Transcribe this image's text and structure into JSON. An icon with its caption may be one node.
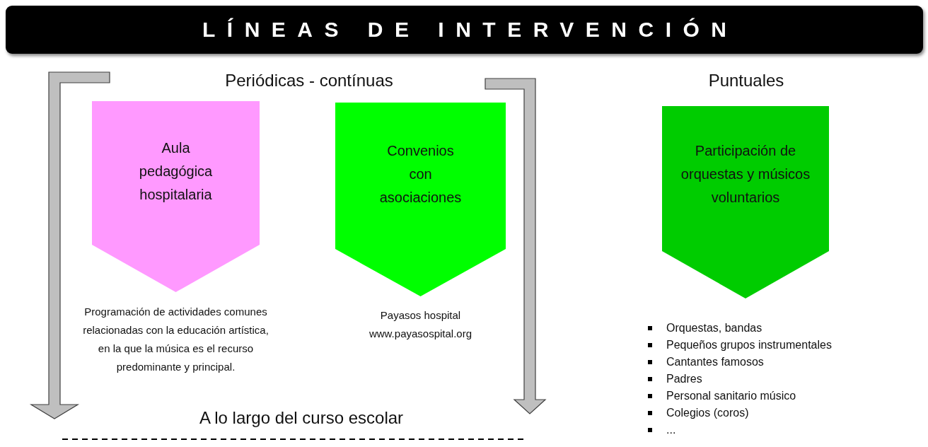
{
  "diagram": {
    "title": "LÍNEAS DE INTERVENCIÓN",
    "nodes": [
      {
        "text": [
          "Aula pedagógica hospitalaria"
        ],
        "beside": [
          "Programación de actividades comunes relacionadas con la educación artística, en la que la música es el recurso predominante y principal."
        ]
      },
      {
        "text": [
          "Convenios con asociaciones"
        ],
        "beside": [
          "Payasos hospital www.payasospital.org"
        ]
      },
      {
        "text": [
          "Participación de orquestas y músicos voluntarios"
        ]
      }
    ],
    "edges": [],
    "labels": [
      "Periódicas - contínuas",
      "Puntuales",
      "A lo largo del curso escolar",
      "Orquestas, bandas",
      "Pequeños grupos instrumentales",
      "Cantantes famosos",
      "Padres",
      "Personal sanitario músico",
      "Colegios (coros)",
      "..."
    ]
  }
}
